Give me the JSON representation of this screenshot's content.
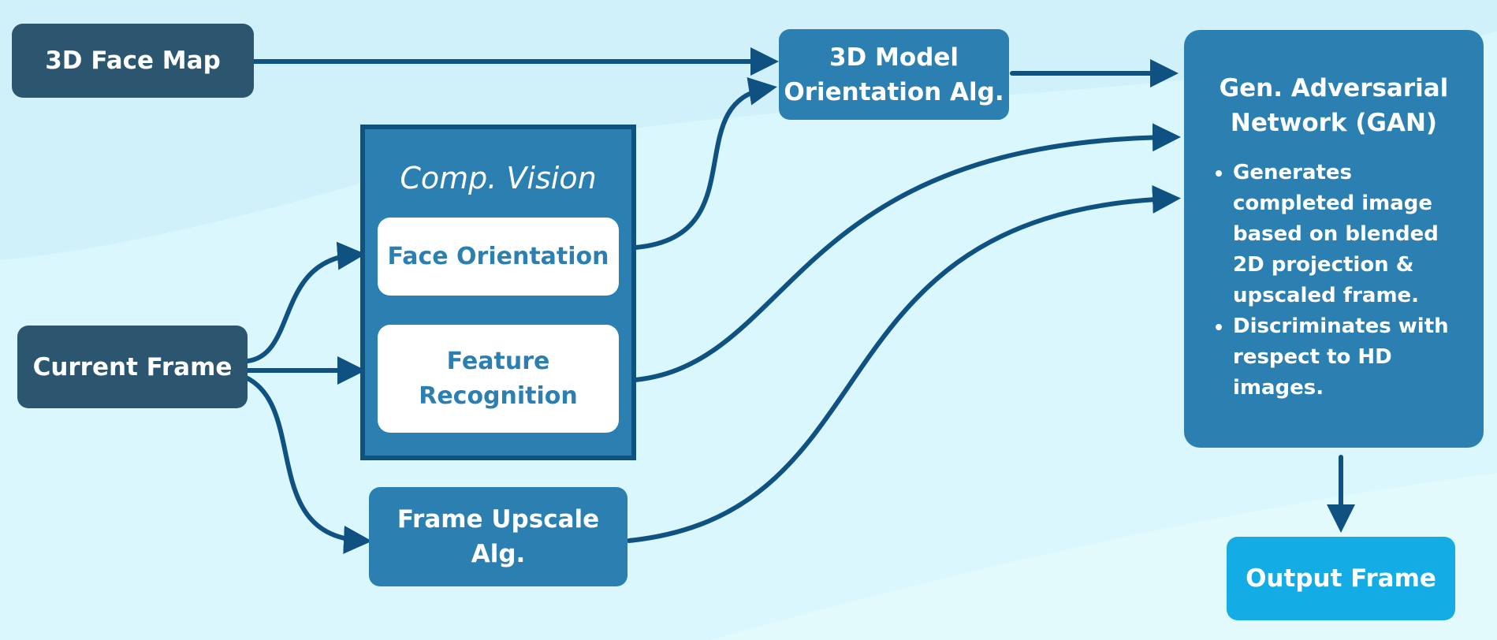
{
  "nodes": {
    "face_map": "3D Face Map",
    "current_frame": "Current Frame",
    "model_orientation_line1": "3D Model",
    "model_orientation_line2": "Orientation Alg.",
    "comp_vision_title": "Comp. Vision",
    "face_orientation": "Face Orientation",
    "feature_recognition_line1": "Feature",
    "feature_recognition_line2": "Recognition",
    "frame_upscale_line1": "Frame Upscale",
    "frame_upscale_line2": "Alg.",
    "gan_title_line1": "Gen. Adversarial",
    "gan_title_line2": "Network (GAN)",
    "gan_bullets": [
      "Generates completed image based on blended 2D projection & upscaled frame.",
      "Discriminates with respect to HD images."
    ],
    "output_frame": "Output Frame"
  },
  "colors": {
    "dark_node": "#2c5670",
    "mid_node": "#2b80b1",
    "output_node": "#14ace4",
    "arrow": "#0f5181",
    "background": "#d7f6fb"
  }
}
